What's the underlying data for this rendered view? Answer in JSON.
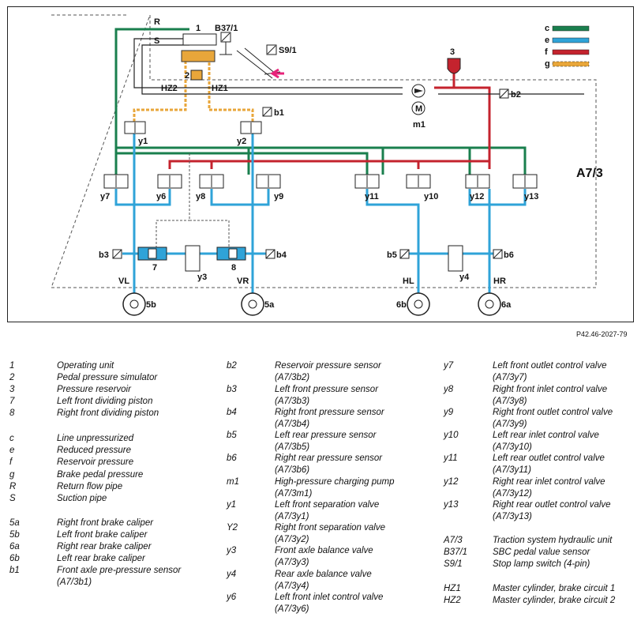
{
  "diagram": {
    "unit_label": "A7/3",
    "reference": "P42.46-2027-79",
    "labels": {
      "R": "R",
      "S": "S",
      "n1": "1",
      "n2": "2",
      "n3": "3",
      "b37": "B37/1",
      "s9": "S9/1",
      "hz1": "HZ1",
      "hz2": "HZ2",
      "b1": "b1",
      "b2": "b2",
      "m1": "m1",
      "m": "M",
      "y1": "y1",
      "y2": "y2",
      "y3": "y3",
      "y4": "y4",
      "y6": "y6",
      "y7": "y7",
      "y8": "y8",
      "y9": "y9",
      "y10": "y10",
      "y11": "y11",
      "y12": "y12",
      "y13": "y13",
      "b3": "b3",
      "b4": "b4",
      "b5": "b5",
      "b6": "b6",
      "n7": "7",
      "n8": "8",
      "VL": "VL",
      "VR": "VR",
      "HL": "HL",
      "HR": "HR",
      "c5b": "5b",
      "c5a": "5a",
      "c6b": "6b",
      "c6a": "6a"
    },
    "line_key": [
      {
        "key": "c",
        "color": "#1a7f4e"
      },
      {
        "key": "e",
        "color": "#2fa3d8"
      },
      {
        "key": "f",
        "color": "#c4232e"
      },
      {
        "key": "g",
        "color": "#e8a63a"
      }
    ],
    "colors": {
      "line_c": "#1a7f4e",
      "line_e": "#2fa3d8",
      "line_f": "#c4232e",
      "line_g": "#e8a63a",
      "arrow": "#e8237a"
    }
  },
  "legend": {
    "col1": [
      {
        "k": "1",
        "v": "Operating unit"
      },
      {
        "k": "2",
        "v": "Pedal pressure simulator"
      },
      {
        "k": "3",
        "v": "Pressure reservoir"
      },
      {
        "k": "7",
        "v": "Left front dividing piston"
      },
      {
        "k": "8",
        "v": "Right front dividing piston"
      },
      {
        "k": "c",
        "v": "Line unpressurized"
      },
      {
        "k": "e",
        "v": "Reduced pressure"
      },
      {
        "k": "f",
        "v": "Reservoir pressure"
      },
      {
        "k": "g",
        "v": "Brake pedal pressure"
      },
      {
        "k": "R",
        "v": "Return flow pipe"
      },
      {
        "k": "S",
        "v": "Suction pipe"
      },
      {
        "k": "5a",
        "v": "Right front brake caliper"
      },
      {
        "k": "5b",
        "v": "Left front brake caliper"
      },
      {
        "k": "6a",
        "v": "Right rear brake caliper"
      },
      {
        "k": "6b",
        "v": "Left rear brake caliper"
      },
      {
        "k": "b1",
        "v": "Front axle pre-pressure sensor",
        "v2": "(A7/3b1)"
      }
    ],
    "col2": [
      {
        "k": "b2",
        "v": "Reservoir pressure sensor",
        "v2": "(A7/3b2)"
      },
      {
        "k": "b3",
        "v": "Left front pressure sensor",
        "v2": "(A7/3b3)"
      },
      {
        "k": "b4",
        "v": "Right front pressure sensor",
        "v2": "(A7/3b4)"
      },
      {
        "k": "b5",
        "v": "Left rear pressure sensor",
        "v2": "(A7/3b5)"
      },
      {
        "k": "b6",
        "v": "Right rear pressure sensor",
        "v2": "(A7/3b6)"
      },
      {
        "k": "m1",
        "v": "High-pressure charging pump",
        "v2": "(A7/3m1)"
      },
      {
        "k": "y1",
        "v": "Left front separation valve",
        "v2": "(A7/3y1)"
      },
      {
        "k": "Y2",
        "v": "Right front separation valve",
        "v2": "(A7/3y2)"
      },
      {
        "k": "y3",
        "v": "Front axle balance valve",
        "v2": "(A7/3y3)"
      },
      {
        "k": "y4",
        "v": "Rear axle balance valve",
        "v2": "(A7/3y4)"
      },
      {
        "k": "y6",
        "v": "Left front inlet control valve",
        "v2": "(A7/3y6)"
      }
    ],
    "col3": [
      {
        "k": "y7",
        "v": "Left front outlet control valve",
        "v2": "(A7/3y7)"
      },
      {
        "k": "y8",
        "v": "Right front inlet control valve",
        "v2": "(A7/3y8)"
      },
      {
        "k": "y9",
        "v": "Right front outlet control valve",
        "v2": "(A7/3y9)"
      },
      {
        "k": "y10",
        "v": "Left rear inlet control valve",
        "v2": "(A7/3y10)"
      },
      {
        "k": "y11",
        "v": "Left rear outlet control valve",
        "v2": "(A7/3y11)"
      },
      {
        "k": "y12",
        "v": "Right rear inlet control valve",
        "v2": "(A7/3y12)"
      },
      {
        "k": "y13",
        "v": "Right rear outlet control valve",
        "v2": "(A7/3y13)"
      },
      {
        "k": "A7/3",
        "v": "Traction system hydraulic unit"
      },
      {
        "k": "B37/1",
        "v": "SBC pedal value sensor"
      },
      {
        "k": "S9/1",
        "v": "Stop lamp switch (4-pin)"
      },
      {
        "k": "HZ1",
        "v": "Master cylinder, brake circuit 1"
      },
      {
        "k": "HZ2",
        "v": "Master cylinder, brake circuit 2"
      }
    ]
  }
}
